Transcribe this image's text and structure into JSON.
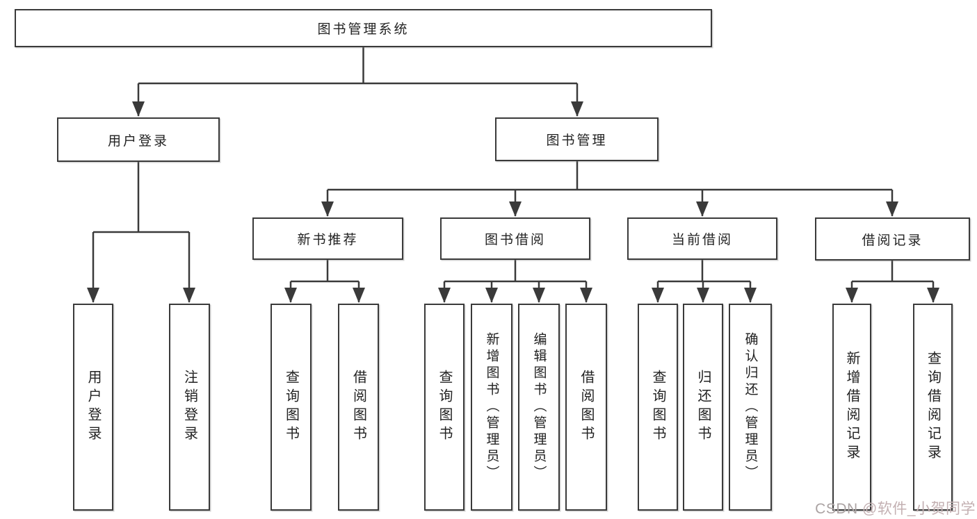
{
  "tree": {
    "root": {
      "label": "图书管理系统"
    },
    "children": [
      {
        "label": "用户登录",
        "children": [
          {
            "label": "用户登录"
          },
          {
            "label": "注销登录"
          }
        ]
      },
      {
        "label": "图书管理",
        "children": [
          {
            "label": "新书推荐",
            "children": [
              {
                "label": "查询图书"
              },
              {
                "label": "借阅图书"
              }
            ]
          },
          {
            "label": "图书借阅",
            "children": [
              {
                "label": "查询图书"
              },
              {
                "label": "新增图书（管理员）"
              },
              {
                "label": "编辑图书（管理员）"
              },
              {
                "label": "借阅图书"
              }
            ]
          },
          {
            "label": "当前借阅",
            "children": [
              {
                "label": "查询图书"
              },
              {
                "label": "归还图书"
              },
              {
                "label": "确认归还（管理员）"
              }
            ]
          },
          {
            "label": "借阅记录",
            "children": [
              {
                "label": "新增借阅记录"
              },
              {
                "label": "查询借阅记录"
              }
            ]
          }
        ]
      }
    ]
  },
  "watermark": {
    "prefix": "CSDN ",
    "handle": "@软件_小贺同学"
  },
  "colors": {
    "line": "#3a3a3a",
    "text": "#222222",
    "watermark_handle": "#c3b0b2"
  }
}
